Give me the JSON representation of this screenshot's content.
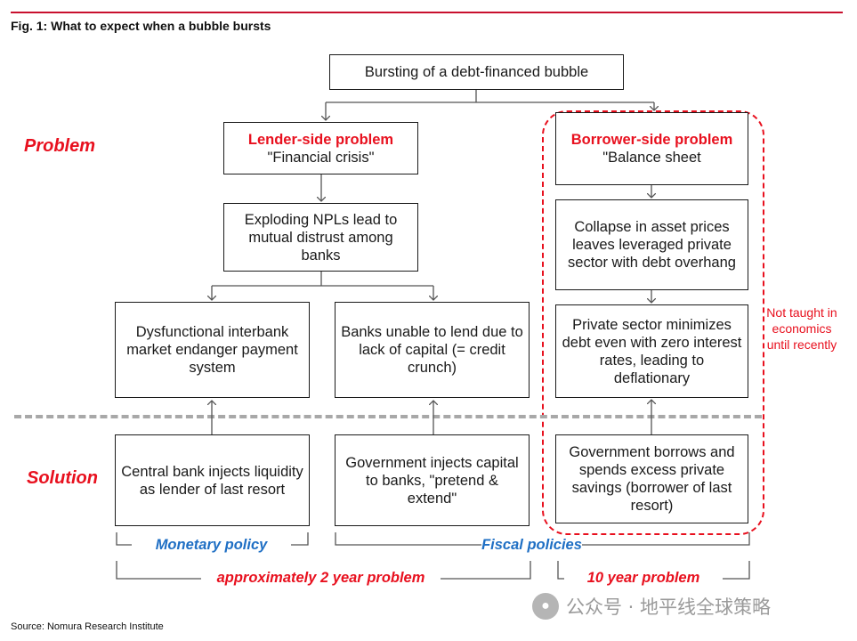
{
  "figure": {
    "title": "Fig. 1: What to expect when a bubble bursts",
    "source": "Source: Nomura Research Institute"
  },
  "sections": {
    "problem": "Problem",
    "solution": "Solution"
  },
  "boxes": {
    "root": "Bursting of a debt-financed bubble",
    "lender_title": "Lender-side problem",
    "lender_sub": "\"Financial crisis\"",
    "npl": "Exploding NPLs lead to mutual distrust among banks",
    "interbank": "Dysfunctional interbank market endanger payment system",
    "unable_lend": "Banks unable to lend due to lack of capital (= credit crunch)",
    "borrower_title": "Borrower-side problem",
    "borrower_sub": "\"Balance sheet",
    "collapse": "Collapse in asset prices leaves leveraged private sector with debt overhang",
    "minimizes": "Private sector minimizes debt even with zero interest rates, leading to deflationary",
    "central_bank": "Central bank injects liquidity as lender of last resort",
    "gov_capital": "Government injects capital to banks, \"pretend & extend\"",
    "gov_borrows": "Government borrows and spends excess private savings (borrower of last resort)"
  },
  "annotations": {
    "not_taught": "Not taught in economics until recently",
    "monetary": "Monetary policy",
    "fiscal": "Fiscal policies",
    "two_year": "approximately 2 year problem",
    "ten_year": "10 year problem"
  },
  "watermark": {
    "text": "公众号 · 地平线全球策略",
    "icon": "wechat-icon"
  },
  "colors": {
    "accent_red": "#e8101e",
    "policy_blue": "#1f6fc4",
    "divider_gray": "#a8a8a8"
  }
}
